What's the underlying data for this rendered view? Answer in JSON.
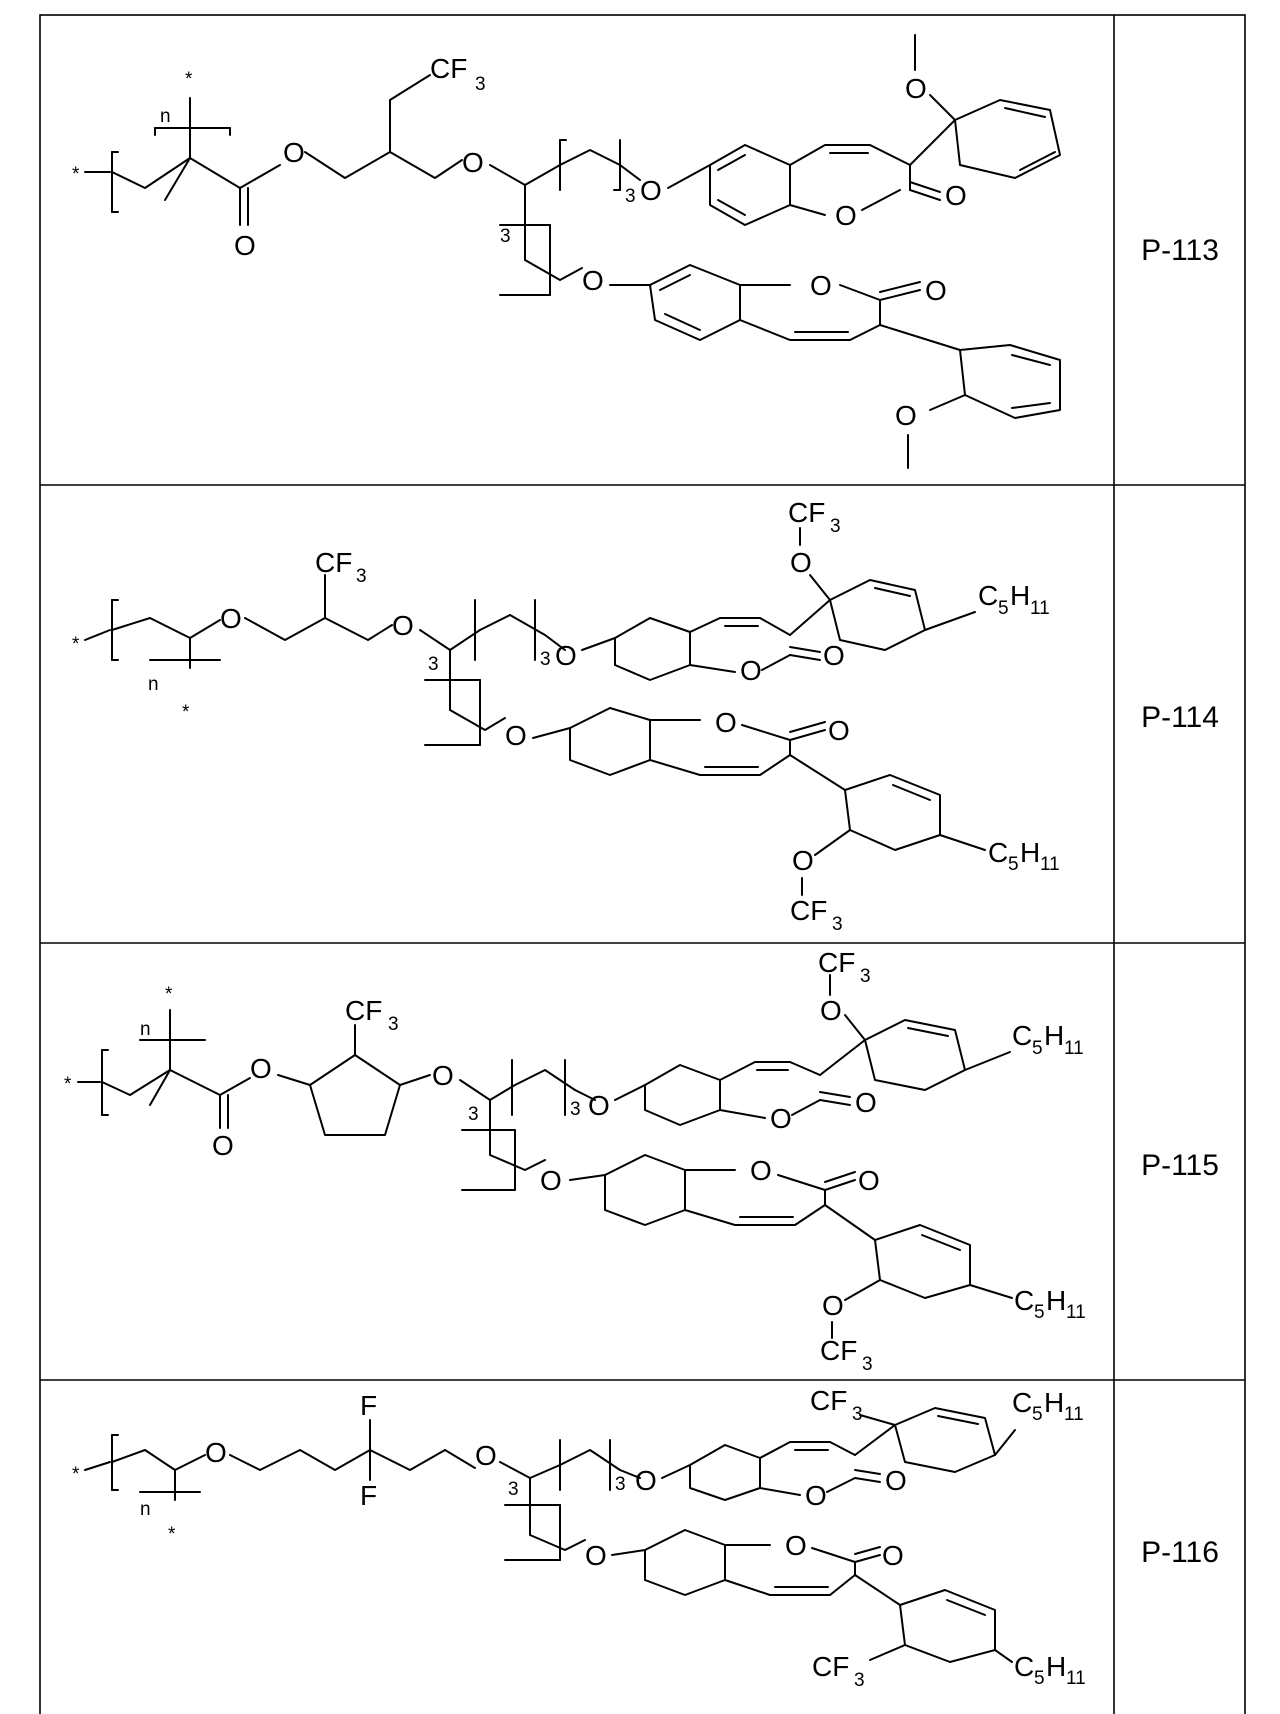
{
  "compounds": [
    {
      "code": "P-113",
      "side_substituent": "CF3",
      "ring_substituents": [
        "O",
        "O"
      ]
    },
    {
      "code": "P-114",
      "side_substituent": "CF3",
      "ring_substituents": [
        "CF3",
        "C5H11"
      ]
    },
    {
      "code": "P-115",
      "side_substituent": "CF3",
      "ring_substituents": [
        "CF3",
        "C5H11"
      ]
    },
    {
      "code": "P-116",
      "side_substituent": "F",
      "ring_substituents": [
        "CF3",
        "C5H11"
      ]
    }
  ],
  "atoms": {
    "star": "*",
    "n": "n",
    "O": "O",
    "three": "3",
    "CF": "CF",
    "C": "C",
    "H": "H",
    "F": "F",
    "sub3": "3",
    "sub5": "5",
    "sub11": "11"
  }
}
